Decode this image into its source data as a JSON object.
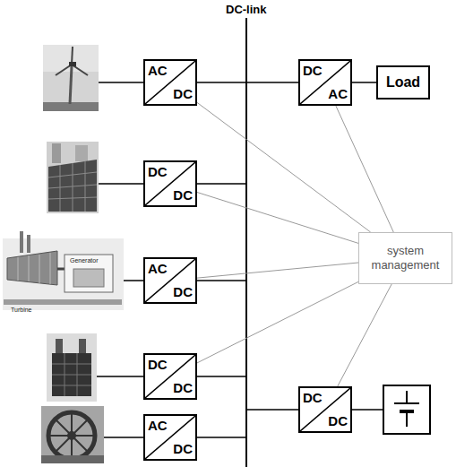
{
  "diagram": {
    "nodes": [
      {
        "text": [
          "AC",
          "DC"
        ]
      },
      {
        "text": [
          "DC",
          "AC"
        ]
      },
      {
        "text": [
          "Load"
        ]
      },
      {
        "text": [
          "DC",
          "DC"
        ]
      },
      {
        "text": [
          "system management"
        ]
      },
      {
        "text": [
          "AC",
          "DC"
        ]
      },
      {
        "text": [
          "DC",
          "DC"
        ]
      },
      {
        "text": [
          "DC",
          "DC"
        ]
      },
      {
        "text": [
          "AC",
          "DC"
        ]
      }
    ],
    "edges": [
      {
        "from": 1,
        "to": 2,
        "arrow": "none"
      },
      {
        "from": 0,
        "to": 4,
        "arrow": "none"
      },
      {
        "from": 1,
        "to": 4,
        "arrow": "none"
      },
      {
        "from": 3,
        "to": 4,
        "arrow": "none"
      },
      {
        "from": 5,
        "to": 4,
        "arrow": "none"
      },
      {
        "from": 6,
        "to": 4,
        "arrow": "none"
      },
      {
        "from": 7,
        "to": 4,
        "arrow": "none"
      }
    ],
    "labels": [
      "DC-link",
      "Generator",
      "Turbine"
    ]
  }
}
